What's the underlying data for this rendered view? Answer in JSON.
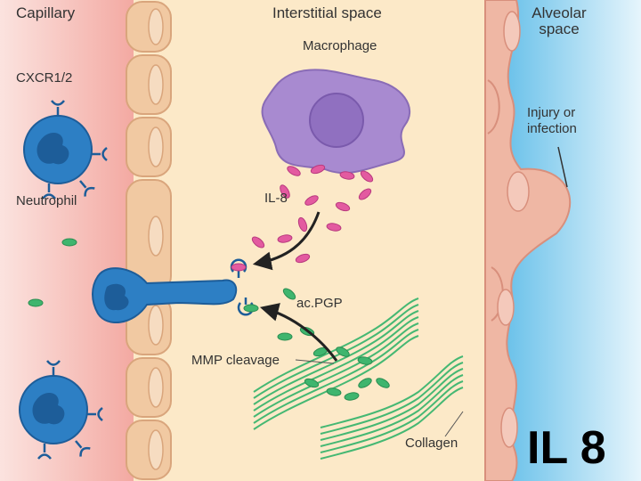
{
  "labels": {
    "capillary": "Capillary",
    "interstitial": "Interstitial space",
    "alveolar_line1": "Alveolar",
    "alveolar_line2": "space",
    "macrophage": "Macrophage",
    "cxcr": "CXCR1/2",
    "neutrophil": "Neutrophil",
    "il8": "IL-8",
    "acpgp": "ac.PGP",
    "mmp": "MMP cleavage",
    "injury_line1": "Injury or",
    "injury_line2": "infection",
    "collagen": "Collagen"
  },
  "overlay_title": "IL 8",
  "colors": {
    "capillary_bg": "#f4b6b0",
    "interstitial_bg": "#fce9c8",
    "alveolar_bg": "#8fd0ee",
    "endothelial": "#f1c9a2",
    "epithelial": "#efb2a0",
    "neutrophil": "#2d7fc4",
    "macrophage": "#a88ad0",
    "il8": "#e35aa0",
    "pgp": "#3fb56e",
    "collagen": "#45b873"
  }
}
